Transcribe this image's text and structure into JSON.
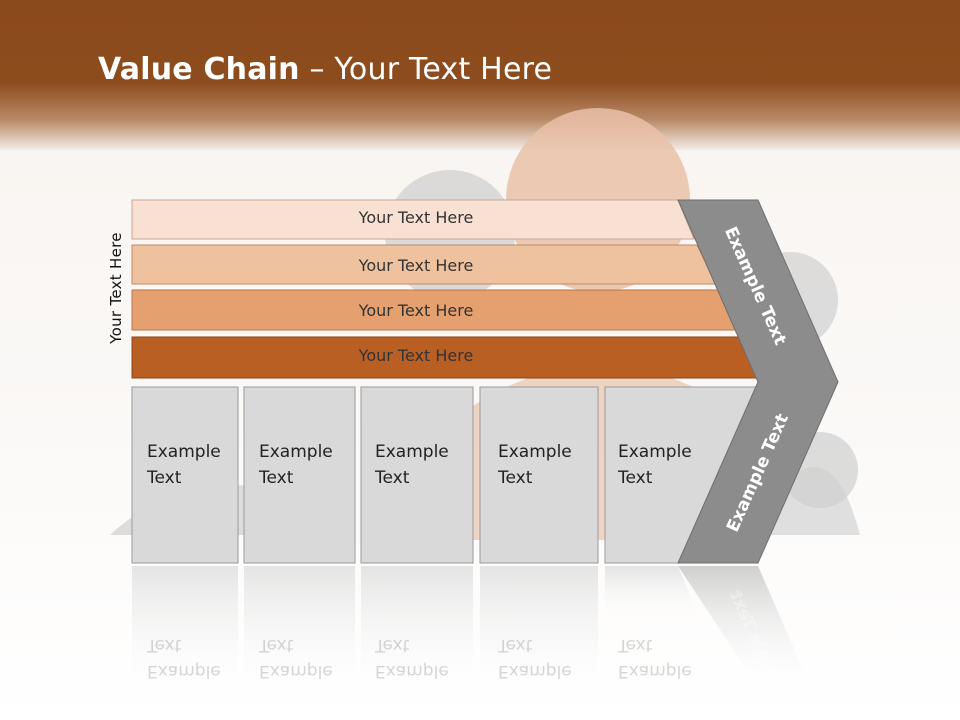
{
  "slide": {
    "title_bold": "Value Chain",
    "title_rest": " – Your Text Here",
    "vertical_label": "Your Text Here",
    "rows": [
      "Your Text Here",
      "Your Text Here",
      "Your Text Here",
      "Your Text Here"
    ],
    "boxes": [
      {
        "line1": "Example",
        "line2": "Text"
      },
      {
        "line1": "Example",
        "line2": "Text"
      },
      {
        "line1": "Example",
        "line2": "Text"
      },
      {
        "line1": "Example",
        "line2": "Text"
      },
      {
        "line1": "Example",
        "line2": "Text"
      }
    ],
    "chevron_top": "Example Text",
    "chevron_bottom": "Example Text",
    "colors": {
      "header": "#8b4a1b",
      "row1": "#f8e0d3",
      "row2": "#efc29f",
      "row3": "#e4a06e",
      "row4": "#b95f24",
      "box": "#d9d9d9",
      "chevron": "#8c8c8c"
    }
  }
}
